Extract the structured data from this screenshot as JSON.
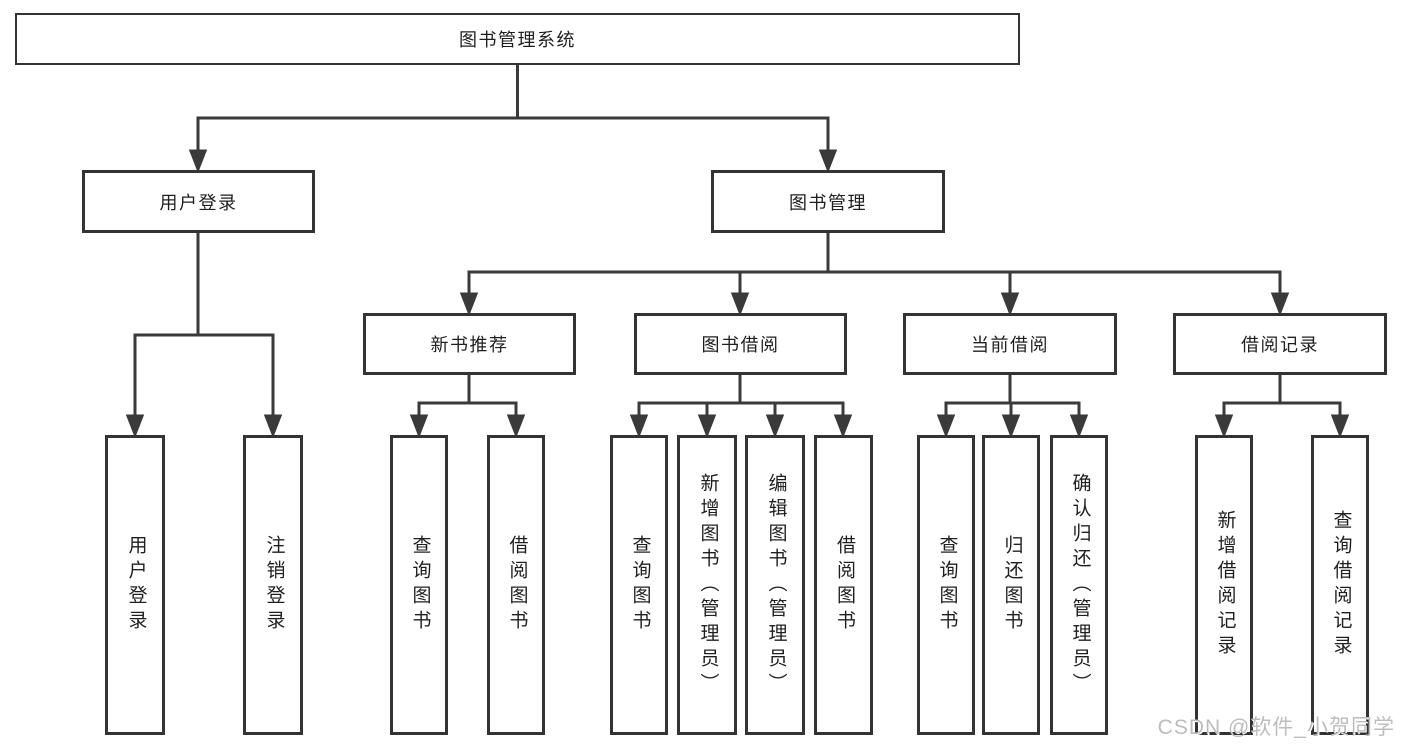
{
  "diagram": {
    "root": "图书管理系统",
    "level2": {
      "user_login": "用户登录",
      "book_management": "图书管理"
    },
    "level3": {
      "new_book_recommend": "新书推荐",
      "book_borrow": "图书借阅",
      "current_borrow": "当前借阅",
      "borrow_records": "借阅记录"
    },
    "leaves": {
      "user_login": "用户登录",
      "logout": "注销登录",
      "query_books": "查询图书",
      "borrow_books": "借阅图书",
      "add_books_admin": "新增图书（管理员）",
      "edit_books_admin": "编辑图书（管理员）",
      "return_books": "归还图书",
      "confirm_return_admin": "确认归还（管理员）",
      "add_borrow_record": "新增借阅记录",
      "query_borrow_record": "查询借阅记录"
    }
  },
  "watermark": "CSDN @软件_小贺同学",
  "colors": {
    "line": "#3a3a3a",
    "box_border": "#333333",
    "text": "#1f1f1f",
    "background": "#ffffff",
    "watermark": "#bdbdbd"
  }
}
